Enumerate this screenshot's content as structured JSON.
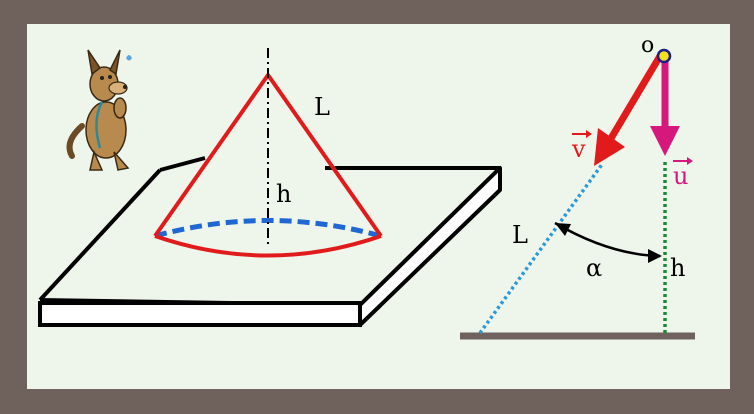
{
  "labels": {
    "cone_slant": "L",
    "cone_height": "h",
    "vec_v": "v",
    "vec_u": "u",
    "origin": "o",
    "pendulum_length": "L",
    "angle": "α",
    "pendulum_height": "h"
  },
  "colors": {
    "background_frame": "#6f625d",
    "panel": "#eef5ea",
    "cone": "#e11b1b",
    "base_dashed": "#1f67d2",
    "axis": "#000000",
    "vector_v": "#e11b1b",
    "vector_u": "#d6187d",
    "pendulum_line": "#2a9ad8",
    "height_line": "#1a8a3a",
    "ground": "#6f625d",
    "pivot_fill": "#f5e11a",
    "pivot_ring": "#1c1c8c"
  },
  "icons": {
    "mascot": "dog-icon"
  }
}
